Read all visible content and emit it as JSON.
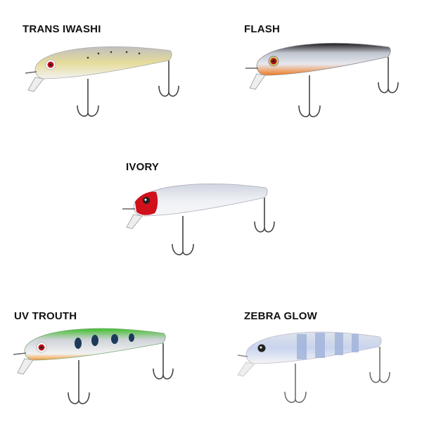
{
  "lures": [
    {
      "name": "TRANS IWASHI",
      "body_top": "#c9c9c9",
      "body_mid": "#e7e2b0",
      "body_bottom": "#eeeeee",
      "eye": "#c0101a",
      "spots": "#333333"
    },
    {
      "name": "FLASH",
      "body_top": "#1c1c1c",
      "body_mid": "#c7ccd6",
      "body_bottom": "#f0f0f0",
      "belly": "#f07a20",
      "eye": "#b01010"
    },
    {
      "name": "IVORY",
      "body_top": "#d9dde6",
      "body_mid": "#eef0f5",
      "body_bottom": "#f7f7f7",
      "head": "#d0101a",
      "eye": "#222222"
    },
    {
      "name": "UV TROUTH",
      "body_top": "#3fbf2a",
      "body_mid": "#cfd3d8",
      "body_bottom": "#f2f2f2",
      "belly": "#f59a3a",
      "eye": "#c0101a",
      "spots": "#1e3a5a"
    },
    {
      "name": "ZEBRA GLOW",
      "body_top": "#dfe3ea",
      "body_mid": "#b8c8e8",
      "body_bottom": "#f5f5f5",
      "eye": "#222222",
      "stripes": "#9fb2da"
    }
  ]
}
